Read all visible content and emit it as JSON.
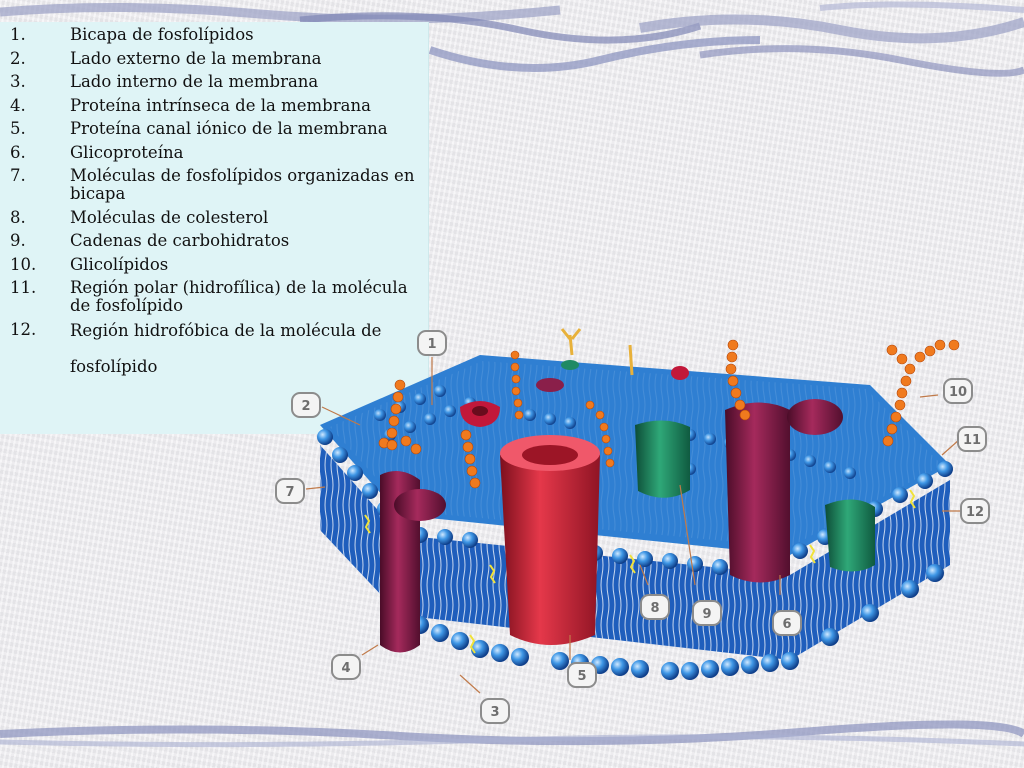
{
  "legend": [
    {
      "num": "1.",
      "text": "Bicapa de fosfolípidos"
    },
    {
      "num": "2.",
      "text": "Lado externo de la membrana"
    },
    {
      "num": "3.",
      "text": "Lado interno de la membrana"
    },
    {
      "num": "4.",
      "text": "Proteína intrínseca de la membrana"
    },
    {
      "num": "5.",
      "text": "Proteína canal iónico de la membrana"
    },
    {
      "num": "6.",
      "text": "Glicoproteína"
    },
    {
      "num": "7.",
      "text": "Moléculas de fosfolípidos organizadas en bicapa"
    },
    {
      "num": "8.",
      "text": "Moléculas de colesterol"
    },
    {
      "num": "9.",
      "text": "Cadenas de carbohidratos"
    },
    {
      "num": "10.",
      "text": "Glicolípidos"
    },
    {
      "num": "11.",
      "text": "Región polar (hidrofílica) de la molécula de fosfolípido"
    },
    {
      "num": "12.",
      "text": "Región hidrofóbica de la molécula de fosfolípido"
    }
  ],
  "callouts": [
    "1",
    "2",
    "3",
    "4",
    "5",
    "6",
    "7",
    "8",
    "9",
    "10",
    "11",
    "12"
  ],
  "colors": {
    "panel": "#dff4f6",
    "membrane_head": "#2f86d6",
    "membrane_top": "#3a8fe0",
    "protein_red": "#d8283a",
    "protein_purple": "#8a1f4a",
    "protein_green": "#1f8a64",
    "carbohydrate": "#f07a1e",
    "callout_grey": "#8c8c8c"
  }
}
